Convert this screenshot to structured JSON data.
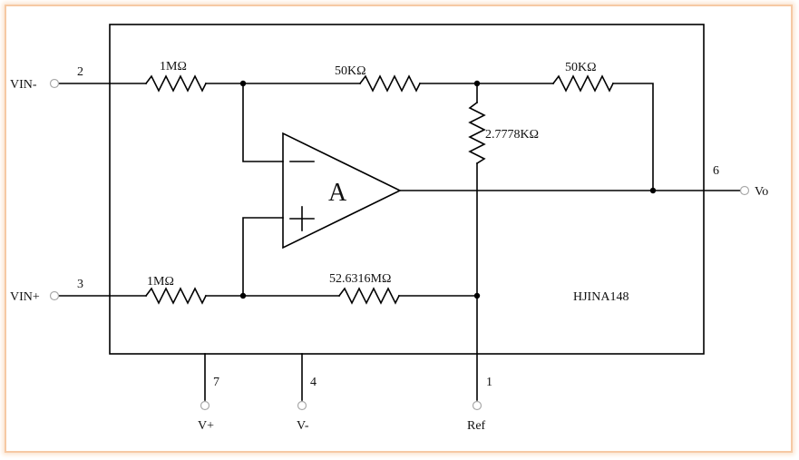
{
  "colors": {
    "frame_border": "#f6c9a4",
    "line": "#000000",
    "terminal": "#aaaaaa"
  },
  "chip": {
    "part_number": "HJINA148",
    "amp_label": "A"
  },
  "pins": {
    "vin_minus": {
      "name": "VIN-",
      "number": "2"
    },
    "vin_plus": {
      "name": "VIN+",
      "number": "3"
    },
    "vo": {
      "name": "Vo",
      "number": "6"
    },
    "v_plus": {
      "name": "V+",
      "number": "7"
    },
    "v_minus": {
      "name": "V-",
      "number": "4"
    },
    "ref": {
      "name": "Ref",
      "number": "1"
    }
  },
  "resistors": {
    "r_in_minus": "1MΩ",
    "r_feedback_1": "50KΩ",
    "r_feedback_2": "50KΩ",
    "r_gain": "2.7778KΩ",
    "r_in_plus": "1MΩ",
    "r_ref": "52.6316MΩ"
  }
}
